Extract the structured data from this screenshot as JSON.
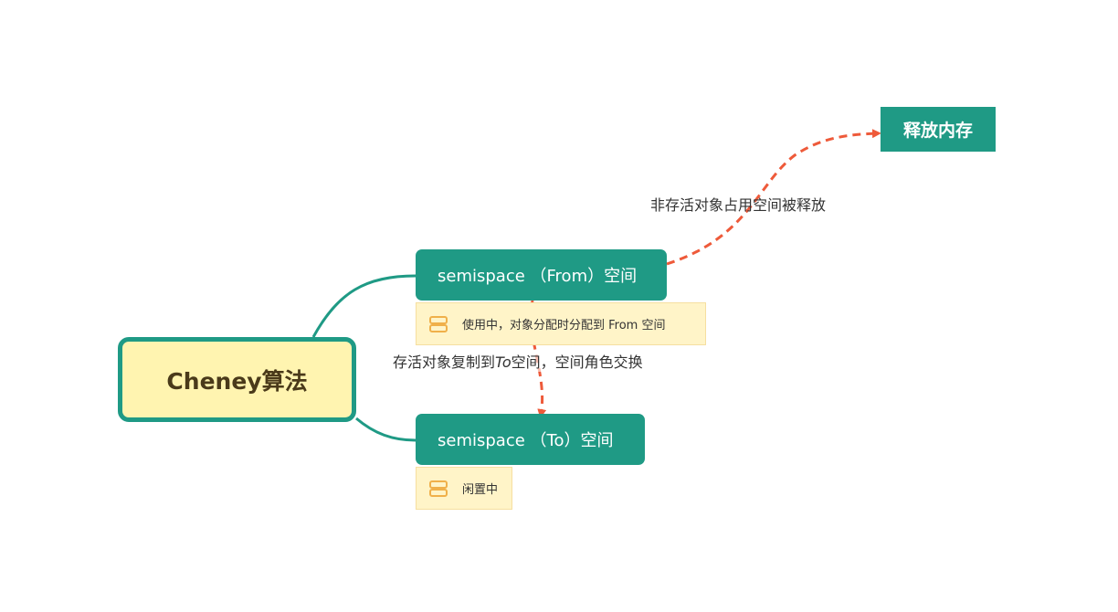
{
  "root": {
    "label": "Cheney算法"
  },
  "branches": {
    "from": {
      "label": "semispace （From）空间",
      "note": "使用中，对象分配时分配到 From 空间"
    },
    "to": {
      "label": "semispace （To）空间",
      "note": "闲置中"
    }
  },
  "release_node": {
    "label": "释放内存"
  },
  "edge_labels": {
    "release": "非存活对象占用空间被释放",
    "copy_prefix": "存活对象复制到",
    "copy_italic": "To",
    "copy_suffix": "空间，空间角色交换"
  },
  "colors": {
    "node_fill": "#1f9a85",
    "root_fill": "#fff4b0",
    "note_fill": "#fff4c8",
    "arrow": "#ee5a3a"
  },
  "icons": {
    "note": "note-icon"
  }
}
